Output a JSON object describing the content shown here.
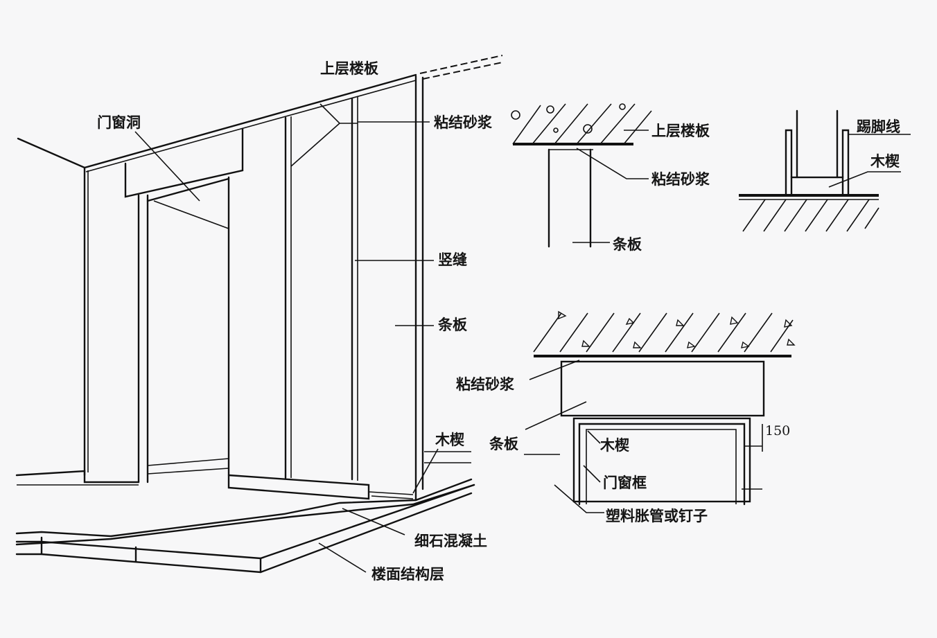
{
  "labels": {
    "upper_floor": "上层楼板",
    "door_opening": "门窗洞",
    "bond_mortar": "粘结砂浆",
    "vertical_joint": "竖缝",
    "strip_panel": "条板",
    "wood_wedge": "木楔",
    "fine_concrete": "细石混凝土",
    "floor_structure": "楼面结构层",
    "detail1_floor": "上层楼板",
    "detail1_mortar": "粘结砂浆",
    "detail1_panel": "条板",
    "detail2_skirting": "踢脚线",
    "detail2_wedge": "木楔",
    "detail3_mortar": "粘结砂浆",
    "detail3_panel": "条板",
    "detail3_wedge": "木楔",
    "detail3_frame": "门窗框",
    "detail3_nail": "塑料胀管或钉子",
    "detail3_dim": "150"
  }
}
